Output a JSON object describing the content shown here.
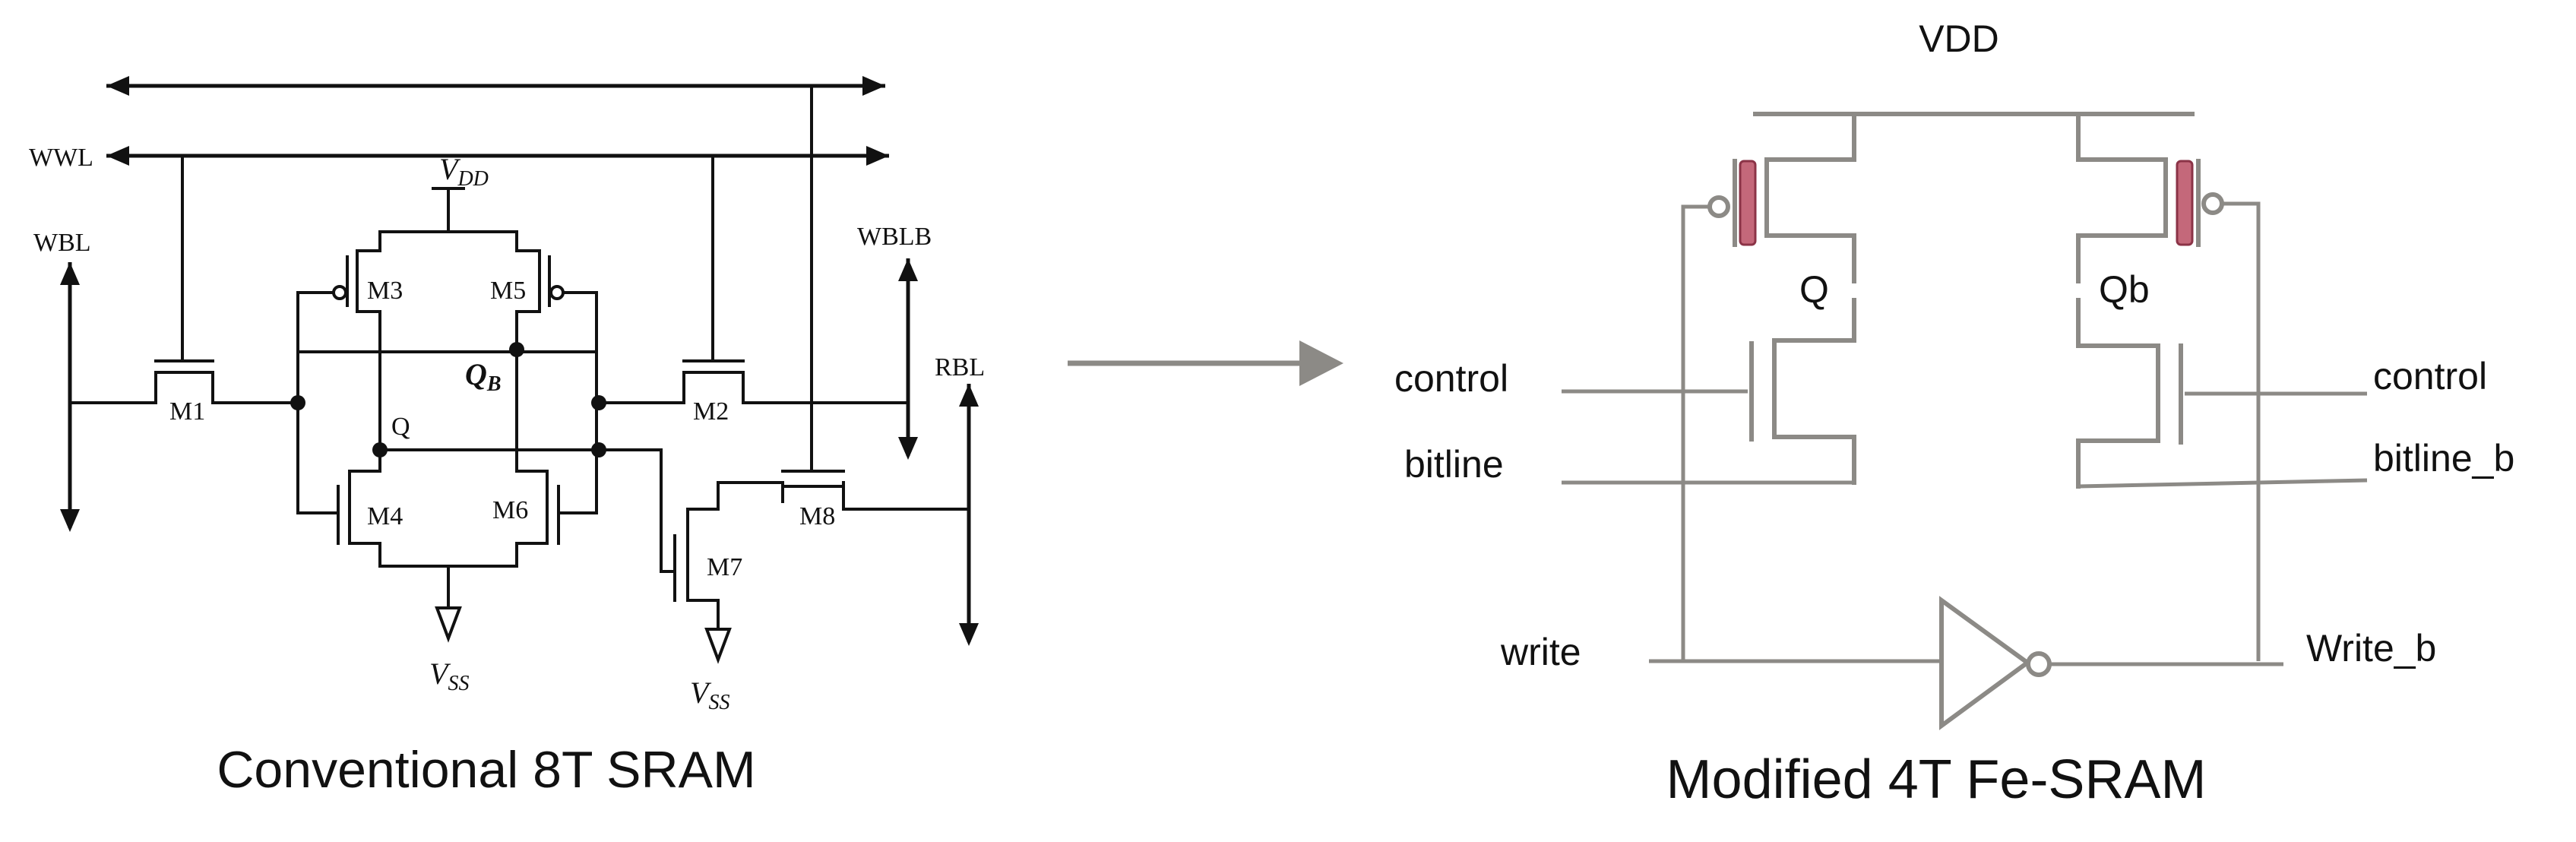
{
  "left_circuit": {
    "caption": "Conventional 8T SRAM",
    "labels": {
      "wwl": "WWL",
      "wbl": "WBL",
      "wblb": "WBLB",
      "rbl": "RBL",
      "vdd": "V",
      "vdd_sub": "DD",
      "vss": "V",
      "vss_sub": "SS",
      "q": "Q",
      "qb": "Q",
      "qb_sub": "B"
    },
    "transistors": [
      "M1",
      "M2",
      "M3",
      "M4",
      "M5",
      "M6",
      "M7",
      "M8"
    ]
  },
  "right_circuit": {
    "caption": "Modified 4T Fe-SRAM",
    "labels": {
      "vdd": "VDD",
      "q": "Q",
      "qb": "Qb",
      "control_left": "control",
      "control_right": "control",
      "bitline": "bitline",
      "bitline_b": "bitline_b",
      "write": "write",
      "write_b": "Write_b"
    }
  },
  "colors": {
    "ink": "#111111",
    "gray_wire": "#8c8a86",
    "ferro_fill": "#c4687a",
    "ferro_edge": "#8b3347"
  },
  "icons": [
    "arrow-right-icon",
    "inverter-icon",
    "ground-triangle-icon"
  ]
}
